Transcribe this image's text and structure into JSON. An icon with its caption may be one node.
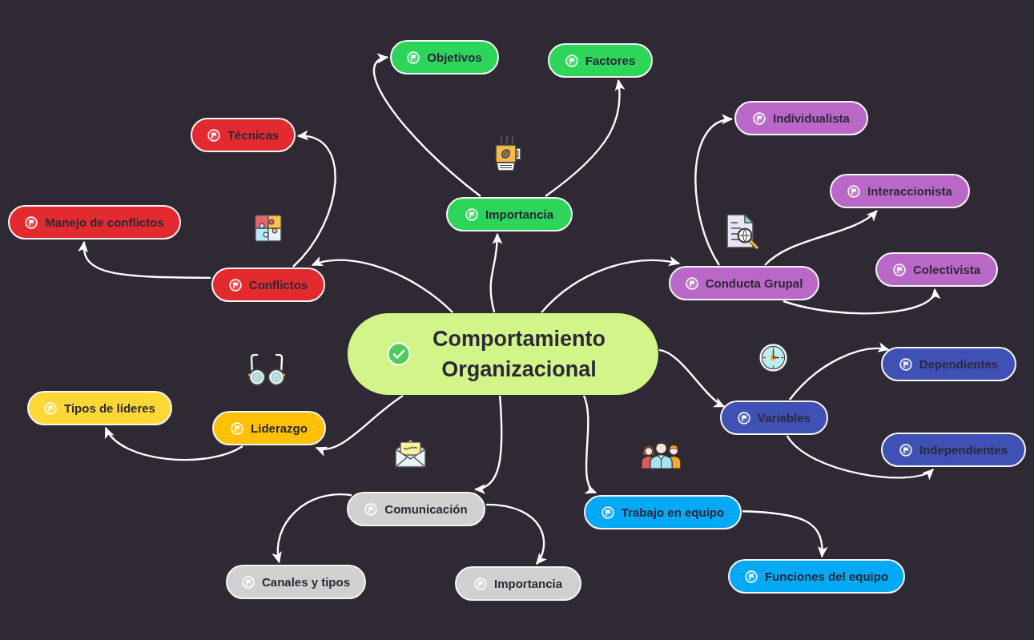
{
  "diagram": {
    "nodes": [
      {
        "text": [
          "Comportamiento Organizacional"
        ]
      },
      {
        "text": [
          "Importancia"
        ]
      },
      {
        "text": [
          "Objetivos"
        ]
      },
      {
        "text": [
          "Factores"
        ]
      },
      {
        "text": [
          "Conflictos"
        ]
      },
      {
        "text": [
          "Técnicas"
        ]
      },
      {
        "text": [
          "Manejo de conflictos"
        ]
      },
      {
        "text": [
          "Conducta Grupal"
        ]
      },
      {
        "text": [
          "Individualista"
        ]
      },
      {
        "text": [
          "Interaccionista"
        ]
      },
      {
        "text": [
          "Colectivista"
        ]
      },
      {
        "text": [
          "Variables"
        ]
      },
      {
        "text": [
          "Dependientes"
        ]
      },
      {
        "text": [
          "Independientes"
        ]
      },
      {
        "text": [
          "Trabajo en equipo"
        ]
      },
      {
        "text": [
          "Funciones del equipo"
        ]
      },
      {
        "text": [
          "Comunicación"
        ]
      },
      {
        "text": [
          "Canales y tipos"
        ]
      },
      {
        "text": [
          "Importancia"
        ]
      },
      {
        "text": [
          "Liderazgo"
        ]
      },
      {
        "text": [
          "Tipos de líderes"
        ]
      }
    ],
    "edges": [
      {
        "from": 0,
        "to": 1,
        "arrow": "to"
      },
      {
        "from": 1,
        "to": 2,
        "arrow": "to"
      },
      {
        "from": 1,
        "to": 3,
        "arrow": "to"
      },
      {
        "from": 0,
        "to": 4,
        "arrow": "to"
      },
      {
        "from": 4,
        "to": 5,
        "arrow": "to"
      },
      {
        "from": 4,
        "to": 6,
        "arrow": "to"
      },
      {
        "from": 0,
        "to": 7,
        "arrow": "to"
      },
      {
        "from": 7,
        "to": 8,
        "arrow": "to"
      },
      {
        "from": 7,
        "to": 9,
        "arrow": "to"
      },
      {
        "from": 7,
        "to": 10,
        "arrow": "to"
      },
      {
        "from": 0,
        "to": 11,
        "arrow": "to"
      },
      {
        "from": 11,
        "to": 12,
        "arrow": "to"
      },
      {
        "from": 11,
        "to": 13,
        "arrow": "to"
      },
      {
        "from": 0,
        "to": 14,
        "arrow": "to"
      },
      {
        "from": 14,
        "to": 15,
        "arrow": "to"
      },
      {
        "from": 0,
        "to": 16,
        "arrow": "to"
      },
      {
        "from": 16,
        "to": 17,
        "arrow": "to"
      },
      {
        "from": 16,
        "to": 18,
        "arrow": "to"
      },
      {
        "from": 0,
        "to": 19,
        "arrow": "to"
      },
      {
        "from": 19,
        "to": 20,
        "arrow": "to"
      }
    ]
  }
}
